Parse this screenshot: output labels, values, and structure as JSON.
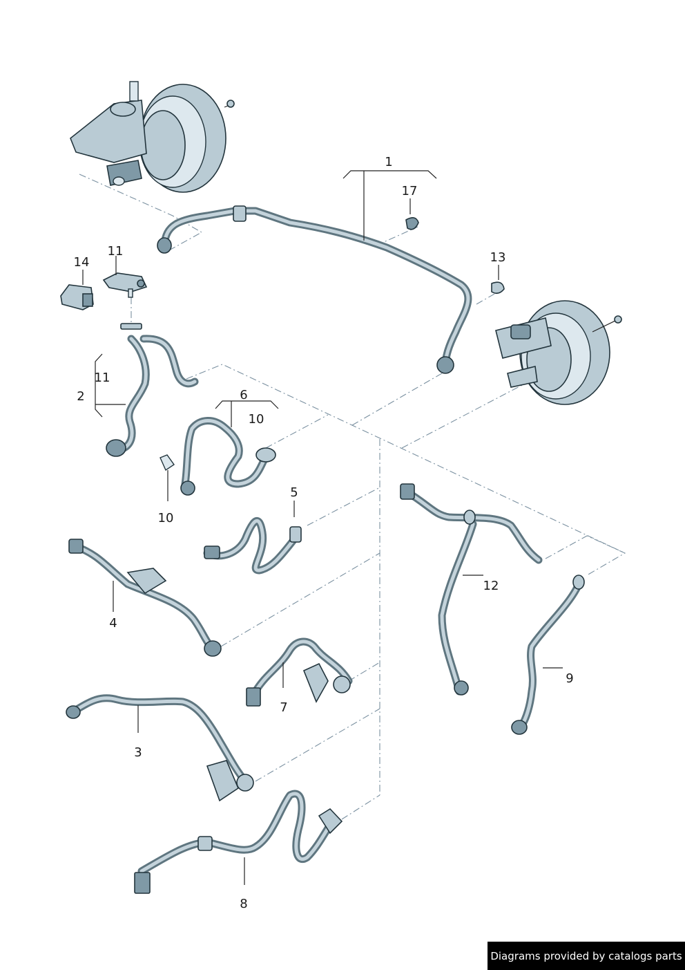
{
  "callouts": [
    {
      "id": "1",
      "text": "1"
    },
    {
      "id": "17",
      "text": "17"
    },
    {
      "id": "13",
      "text": "13"
    },
    {
      "id": "14",
      "text": "14"
    },
    {
      "id": "11a",
      "text": "11"
    },
    {
      "id": "11b",
      "text": "11"
    },
    {
      "id": "2",
      "text": "2"
    },
    {
      "id": "6",
      "text": "6"
    },
    {
      "id": "10a",
      "text": "10"
    },
    {
      "id": "10b",
      "text": "10"
    },
    {
      "id": "5",
      "text": "5"
    },
    {
      "id": "4",
      "text": "4"
    },
    {
      "id": "12",
      "text": "12"
    },
    {
      "id": "9",
      "text": "9"
    },
    {
      "id": "7",
      "text": "7"
    },
    {
      "id": "3",
      "text": "3"
    },
    {
      "id": "8",
      "text": "8"
    }
  ],
  "footer": {
    "text": "Diagrams provided by catalogs parts"
  },
  "colors": {
    "hose": "#5f7680",
    "hose_highlight": "#c4d3db",
    "part": "#b9cbd4",
    "dash": "#7a90a0",
    "footer_bg": "#000000"
  }
}
